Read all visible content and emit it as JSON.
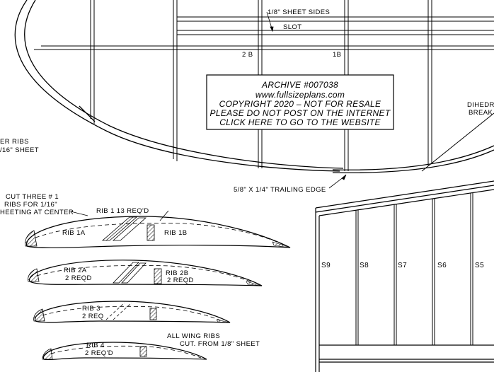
{
  "labels": {
    "sheet_sides": "1/8\" SHEET SIDES",
    "slot": "SLOT",
    "rib_2b_pos": "2 B",
    "rib_1b_pos": "1B",
    "dihedral_1": "DIHEDR",
    "dihedral_2": "BREAK",
    "ribs_partial_1": "ER  RIBS",
    "ribs_partial_2": "/16\" SHEET",
    "trailing_edge": "5/8\" X 1/4\" TRAILING EDGE",
    "cut_note_1": "CUT THREE # 1",
    "cut_note_2": "RIBS FOR 1/16\"",
    "cut_note_3": "HEETING AT CENTER",
    "rib1_title": "RIB  1   13 REQ'D",
    "rib1a": "RIB  1A",
    "rib1b": "RIB  1B",
    "rib2a_1": "RIB  2A",
    "rib2a_2": "2  REQD",
    "rib2b_1": "RIB  2B",
    "rib2b_2": "2  REQD",
    "rib3_1": "RIB 3",
    "rib3_2": "2 REQ",
    "rib4_1": "RIB 4",
    "rib4_2": "2 REQ'D",
    "all_ribs_1": "ALL  WING  RIBS",
    "all_ribs_2": "CUT.  FROM  1/8\" SHEET",
    "s9": "S9",
    "s8": "S8",
    "s7": "S7",
    "s6": "S6",
    "s5": "S5"
  },
  "archive": {
    "line1": "ARCHIVE #007038",
    "line2": "www.fullsizeplans.com",
    "line3": "COPYRIGHT 2020 – NOT FOR RESALE",
    "line4": "PLEASE DO NOT POST ON THE INTERNET",
    "line5": "CLICK HERE TO GO TO THE WEBSITE"
  }
}
